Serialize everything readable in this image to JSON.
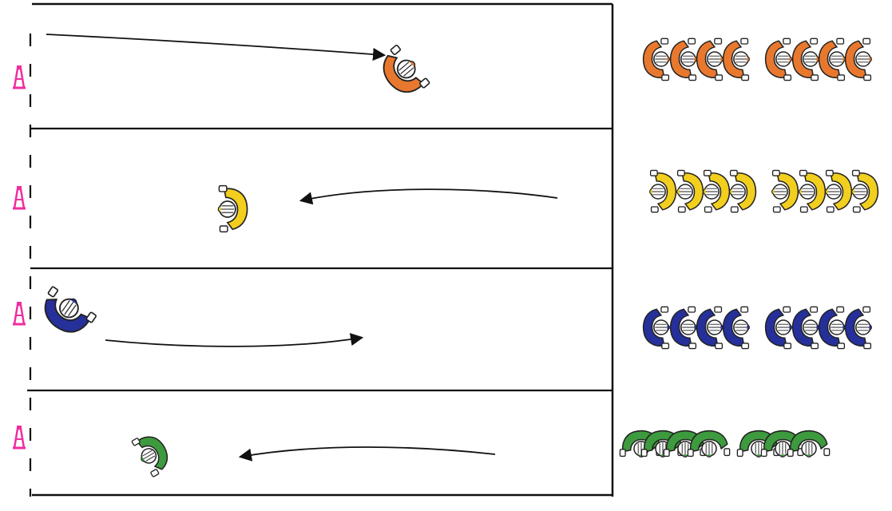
{
  "diagram": {
    "kind": "movement-drill",
    "lanes": [
      {
        "id": "lane-1",
        "color": "#e8782e",
        "direction": "left-to-right",
        "player_pose": "diving",
        "queue": [
          "player",
          "player",
          "player",
          "player",
          "player",
          "player",
          "player",
          "player"
        ]
      },
      {
        "id": "lane-2",
        "color": "#f2cf1e",
        "direction": "right-to-left",
        "player_pose": "running",
        "queue": [
          "player",
          "player",
          "player",
          "player",
          "player",
          "player",
          "player",
          "player"
        ]
      },
      {
        "id": "lane-3",
        "color": "#26309a",
        "direction": "left-to-right",
        "player_pose": "diving",
        "queue": [
          "player",
          "player",
          "player",
          "player",
          "player",
          "player",
          "player",
          "player"
        ]
      },
      {
        "id": "lane-4",
        "color": "#3e9a3e",
        "direction": "right-to-left",
        "player_pose": "kneeling",
        "queue": [
          "player",
          "player",
          "player",
          "player",
          "player",
          "player",
          "player"
        ]
      }
    ],
    "cone_color": "#ef2ea0",
    "line_color": "#111111",
    "icons": {
      "cone": "cone-icon",
      "player": "player-icon",
      "arrow": "arrow-icon"
    }
  }
}
